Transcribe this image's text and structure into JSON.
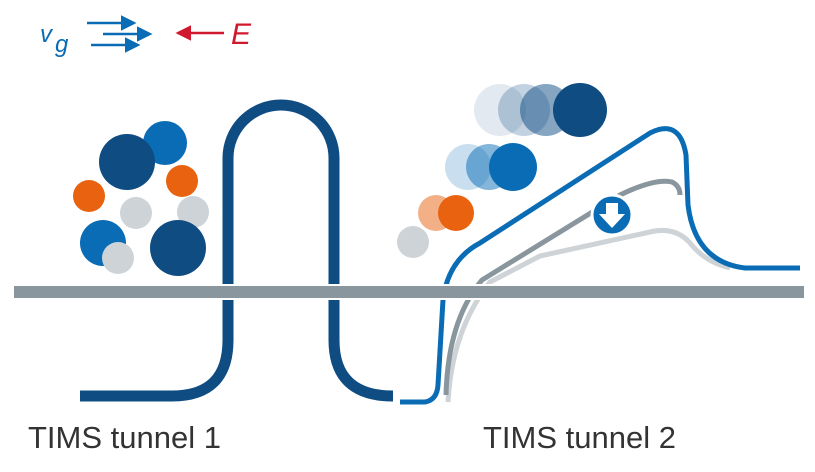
{
  "legend": {
    "velocity_label": "v",
    "velocity_subscript": "g",
    "field_label": "E"
  },
  "labels": {
    "tunnel1": "TIMS tunnel 1",
    "tunnel2": "TIMS tunnel 2"
  },
  "colors": {
    "navy": "#0e4c82",
    "blue": "#0a6cb5",
    "orange": "#e8620f",
    "light_gray": "#cdd3d6",
    "bar_gray": "#8a969e",
    "field_red": "#d0192e"
  }
}
